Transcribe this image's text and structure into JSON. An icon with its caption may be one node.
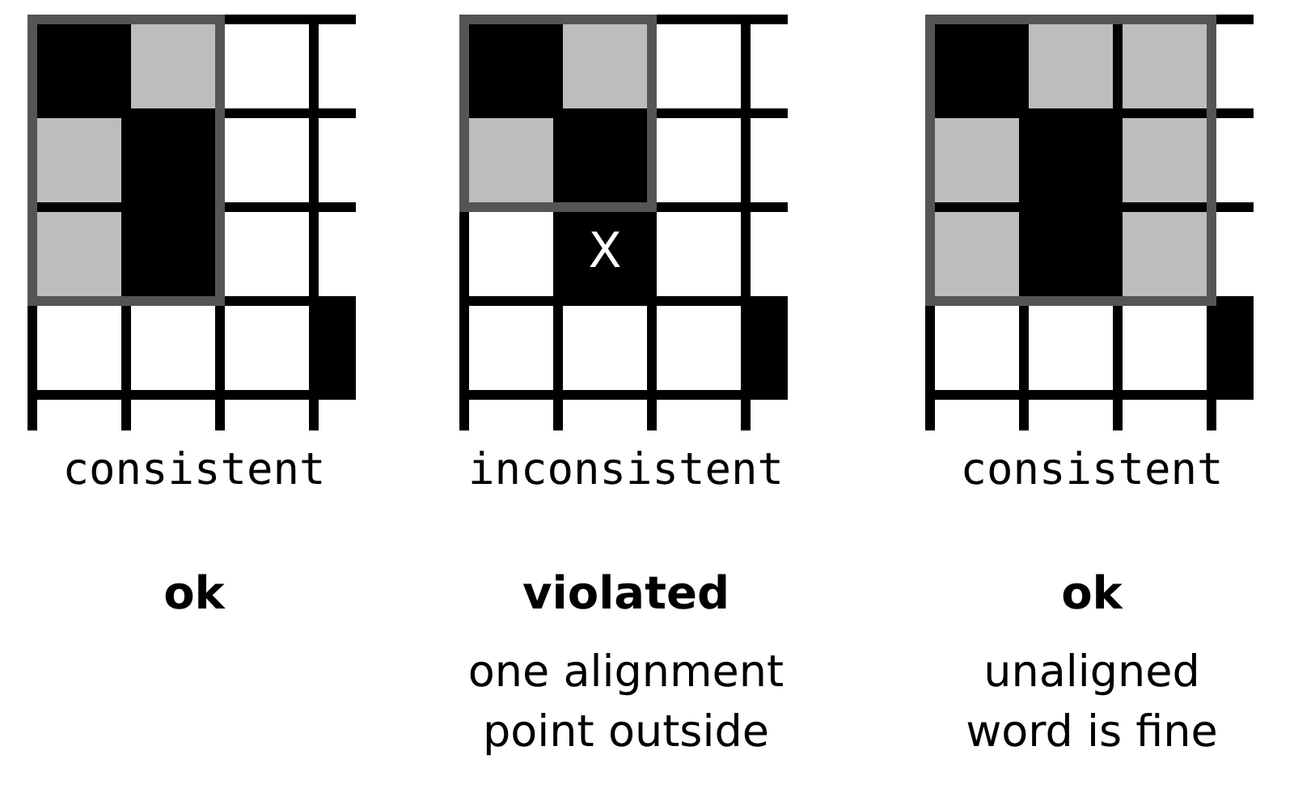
{
  "diagram": {
    "labels": [
      "consistent",
      "X",
      "inconsistent",
      "consistent",
      "ok",
      "violated",
      "one alignment point outside",
      "ok",
      "unaligned word is fine"
    ]
  }
}
